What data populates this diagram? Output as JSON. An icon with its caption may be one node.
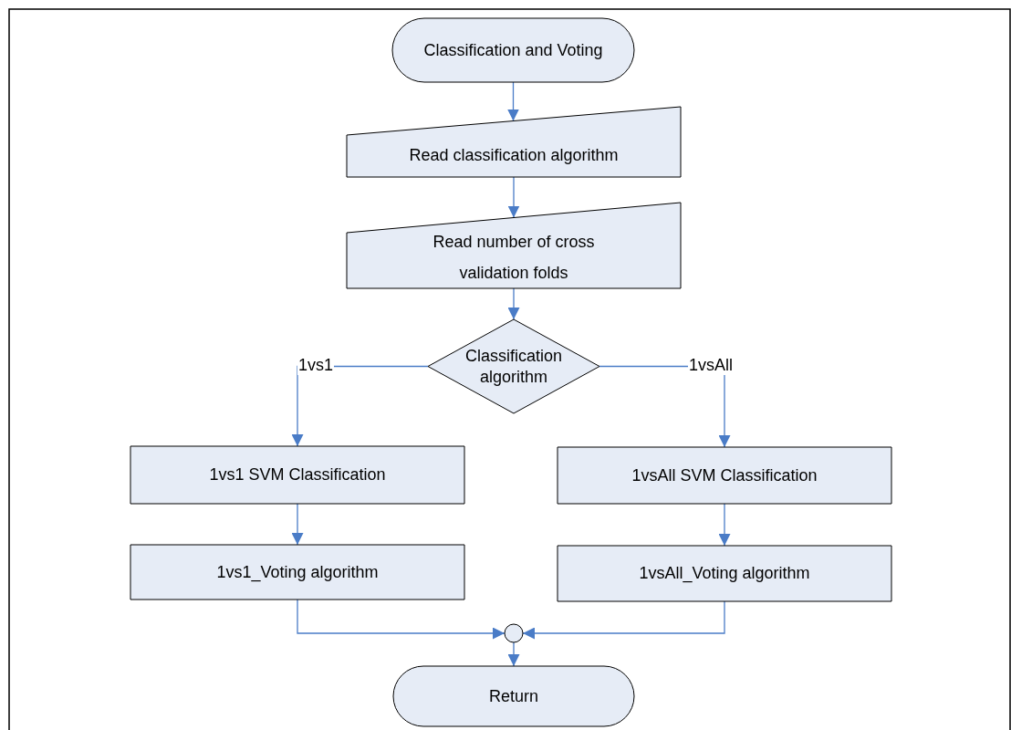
{
  "diagram": {
    "nodes": [
      {
        "text": [
          "Classification and Voting"
        ]
      },
      {
        "text": [
          "Read classification algorithm"
        ]
      },
      {
        "text": [
          "Read number of cross validation folds"
        ]
      },
      {
        "text": [
          "Classification algorithm"
        ]
      },
      {
        "text": [
          "1vs1 SVM Classification"
        ]
      },
      {
        "text": [
          "1vs1_Voting algorithm"
        ]
      },
      {
        "text": [
          "1vsAll SVM Classification"
        ]
      },
      {
        "text": [
          "1vsAll_Voting algorithm"
        ]
      },
      {
        "text": [],
        "shape": "circle"
      },
      {
        "text": [
          "Return"
        ]
      }
    ],
    "edges": [
      {
        "from": 0,
        "to": 1,
        "arrow": "to"
      },
      {
        "from": 1,
        "to": 2,
        "arrow": "to"
      },
      {
        "from": 2,
        "to": 3,
        "arrow": "to"
      },
      {
        "from": 3,
        "to": 4,
        "arrow": "to",
        "label": "1vs1"
      },
      {
        "from": 3,
        "to": 6,
        "arrow": "to",
        "label": "1vsAll"
      },
      {
        "from": 4,
        "to": 5,
        "arrow": "to"
      },
      {
        "from": 6,
        "to": 7,
        "arrow": "to"
      },
      {
        "from": 5,
        "to": 8,
        "arrow": "to"
      },
      {
        "from": 7,
        "to": 8,
        "arrow": "to"
      },
      {
        "from": 8,
        "to": 9,
        "arrow": "to"
      }
    ]
  }
}
